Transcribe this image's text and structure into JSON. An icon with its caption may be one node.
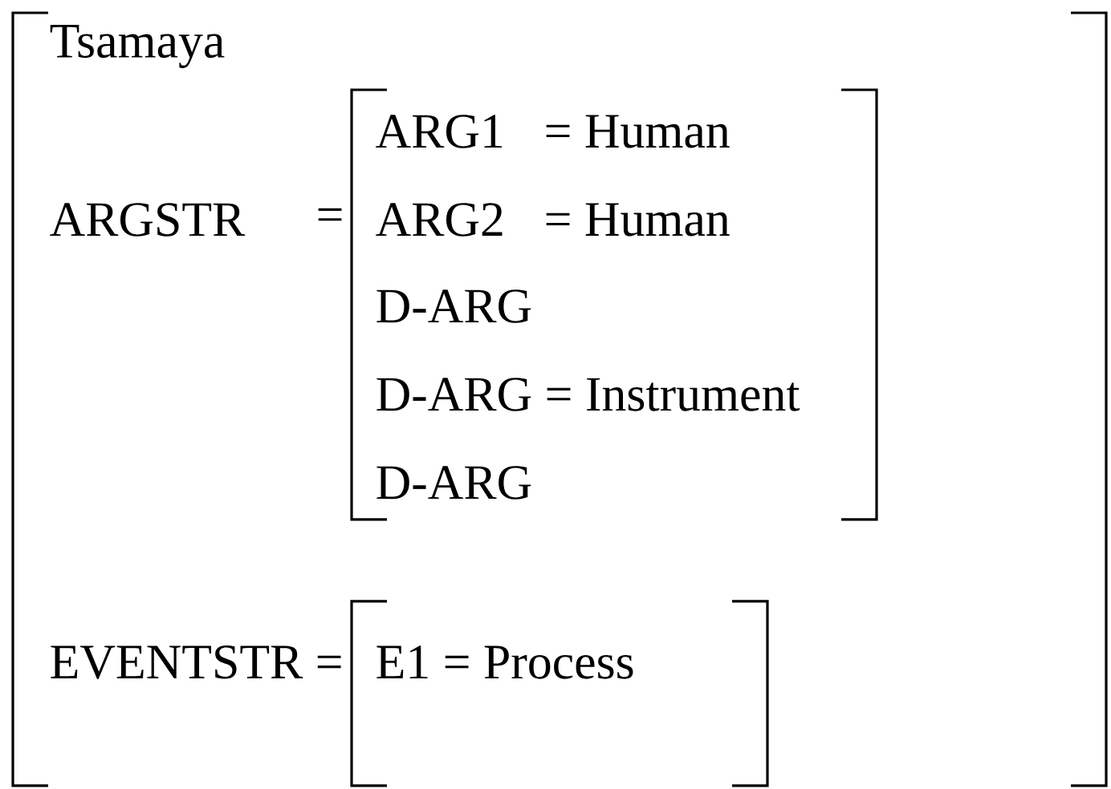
{
  "diagram": {
    "nodes": [
      {
        "text": [
          "Tsamaya"
        ]
      },
      {
        "text": [
          "ARG1",
          "= Human",
          "ARG2",
          "= Human",
          "D-ARG",
          "D-ARG = Instrument",
          "D-ARG"
        ],
        "in": 0
      },
      {
        "text": [
          "E1 = Process"
        ],
        "in": 0
      }
    ],
    "labels": [
      "ARGSTR",
      "=",
      "EVENTSTR ="
    ]
  }
}
